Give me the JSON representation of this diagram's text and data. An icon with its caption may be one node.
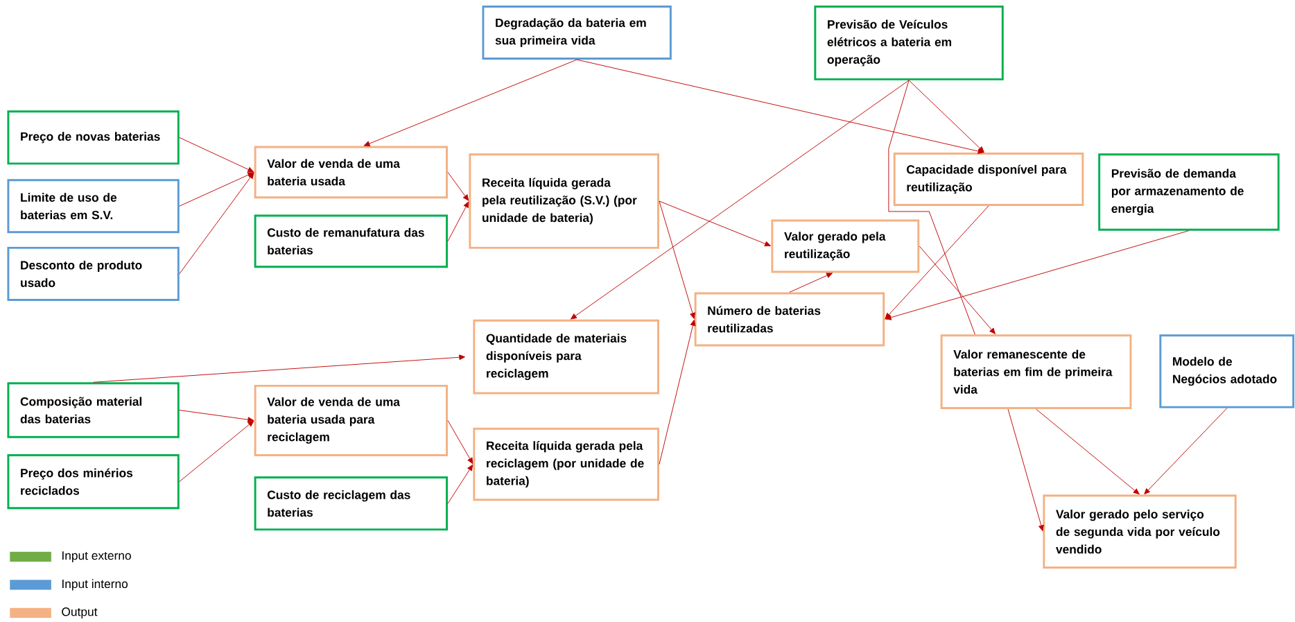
{
  "diagram": {
    "nodes": [
      {
        "text": [
          "Degradação da bateria em sua primeira vida"
        ]
      },
      {
        "text": [
          "Previsão de Veículos elétricos a bateria em operação"
        ]
      },
      {
        "text": [
          "Preço de novas baterias"
        ]
      },
      {
        "text": [
          "Valor de venda de uma bateria usada"
        ]
      },
      {
        "text": [
          "Capacidade disponível para reutilização"
        ]
      },
      {
        "text": [
          "Receita líquida gerada pela reutilização (S.V.) (por unidade de bateria)"
        ]
      },
      {
        "text": [
          "Limite de uso de baterias em S.V."
        ]
      },
      {
        "text": [
          "Previsão de demanda por armazenamento de energia"
        ]
      },
      {
        "text": [
          "Custo de remanufatura das baterias"
        ]
      },
      {
        "text": [
          "Valor gerado pela reutilização"
        ]
      },
      {
        "text": [
          "Desconto de produto usado"
        ]
      },
      {
        "text": [
          "Número de baterias reutilizadas"
        ]
      },
      {
        "text": [
          "Quantidade de materiais disponíveis para reciclagem"
        ]
      },
      {
        "text": [
          "Valor remanescente de baterias em fim de primeira vida"
        ]
      },
      {
        "text": [
          "Modelo de Negócios adotado"
        ]
      },
      {
        "text": [
          "Composição material das baterias"
        ]
      },
      {
        "text": [
          "Valor de venda de uma bateria usada para reciclagem"
        ]
      },
      {
        "text": [
          "Receita líquida gerada pela reciclagem (por unidade de bateria)"
        ]
      },
      {
        "text": [
          "Preço dos minérios reciclados"
        ]
      },
      {
        "text": [
          "Custo de reciclagem das baterias"
        ]
      },
      {
        "text": [
          "Valor gerado pelo serviço de segunda vida por veículo vendido"
        ]
      }
    ],
    "edges": [
      {
        "from": 0,
        "to": 3,
        "arrow": "to"
      },
      {
        "from": 0,
        "to": 4,
        "arrow": "to"
      },
      {
        "from": 1,
        "to": 12,
        "arrow": "to"
      },
      {
        "from": 1,
        "to": 4,
        "arrow": "to"
      },
      {
        "from": 1,
        "to": 13,
        "arrow": "none"
      },
      {
        "from": 2,
        "to": 3,
        "arrow": "to"
      },
      {
        "from": 6,
        "to": 3,
        "arrow": "to"
      },
      {
        "from": 10,
        "to": 3,
        "arrow": "to"
      },
      {
        "from": 3,
        "to": 5,
        "arrow": "to"
      },
      {
        "from": 8,
        "to": 5,
        "arrow": "to"
      },
      {
        "from": 5,
        "to": 9,
        "arrow": "to"
      },
      {
        "from": 5,
        "to": 11,
        "arrow": "to"
      },
      {
        "from": 11,
        "to": 9,
        "arrow": "to"
      },
      {
        "from": 9,
        "to": 13,
        "arrow": "to"
      },
      {
        "from": 4,
        "to": 11,
        "arrow": "to"
      },
      {
        "from": 7,
        "to": 11,
        "arrow": "to"
      },
      {
        "from": 15,
        "to": 12,
        "arrow": "to"
      },
      {
        "from": 15,
        "to": 16,
        "arrow": "to"
      },
      {
        "from": 18,
        "to": 16,
        "arrow": "to"
      },
      {
        "from": 16,
        "to": 17,
        "arrow": "to"
      },
      {
        "from": 19,
        "to": 17,
        "arrow": "to"
      },
      {
        "from": 17,
        "to": 11,
        "arrow": "to"
      },
      {
        "from": 13,
        "to": 20,
        "arrow": "to"
      },
      {
        "from": 13,
        "to": 20,
        "arrow": "to"
      },
      {
        "from": 14,
        "to": 20,
        "arrow": "to"
      }
    ],
    "legend": [
      {
        "text": "Input externo",
        "color": "#70ad47"
      },
      {
        "text": "Input interno",
        "color": "#5b9bd5"
      },
      {
        "text": "Output",
        "color": "#f4b183"
      }
    ]
  }
}
